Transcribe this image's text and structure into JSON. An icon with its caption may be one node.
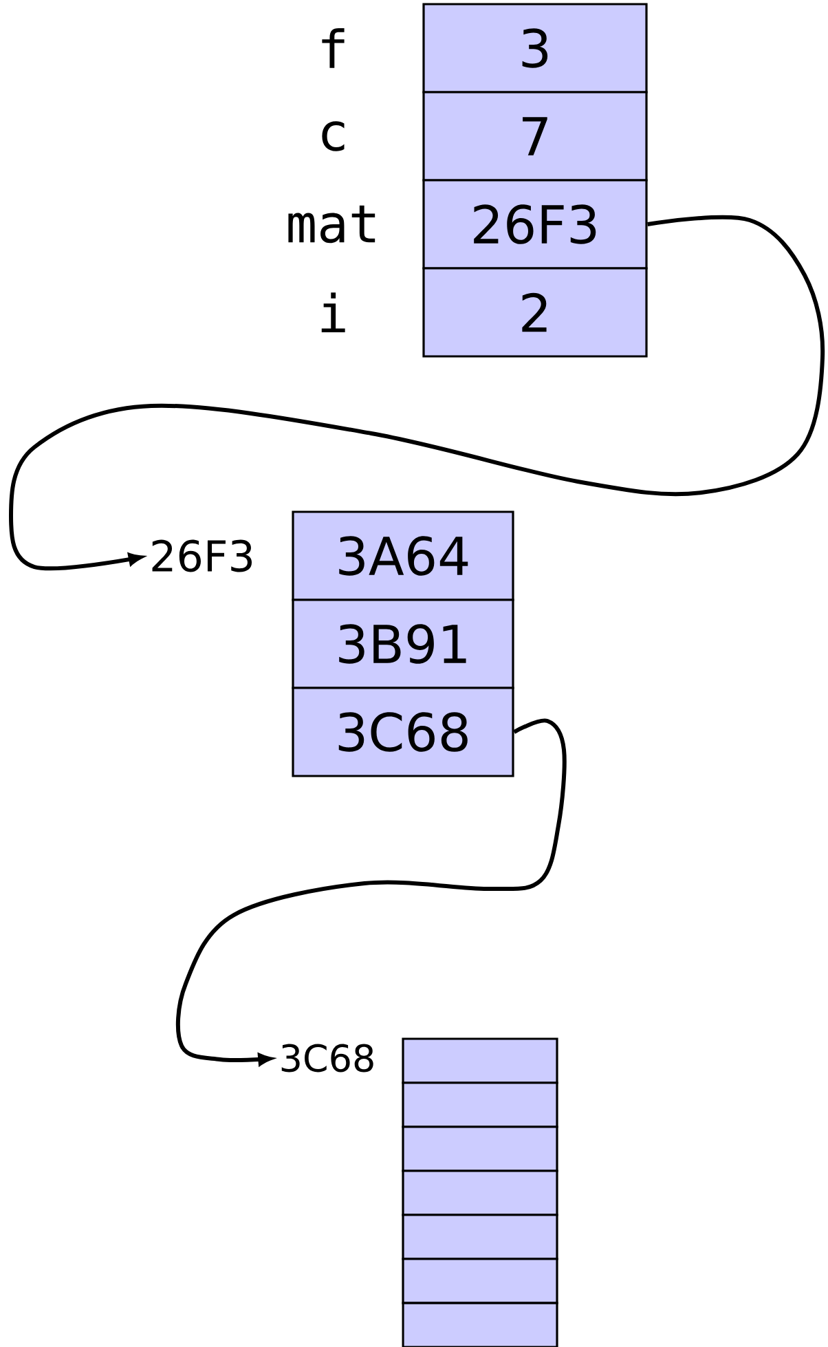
{
  "diagram": {
    "nodes": [
      {
        "text": [
          "3"
        ],
        "beside": [
          "f"
        ]
      },
      {
        "text": [
          "7"
        ],
        "beside": [
          "c"
        ]
      },
      {
        "text": [
          "26F3"
        ],
        "beside": [
          "mat"
        ]
      },
      {
        "text": [
          "2"
        ],
        "beside": [
          "i"
        ]
      },
      {
        "text": [
          "26F3"
        ]
      },
      {
        "text": [
          "3A64"
        ]
      },
      {
        "text": [
          "3B91"
        ]
      },
      {
        "text": [
          "3C68"
        ]
      },
      {
        "text": [
          "3C68"
        ]
      },
      {
        "text": [],
        "shape": "box"
      },
      {
        "text": [],
        "shape": "box"
      },
      {
        "text": [],
        "shape": "box"
      },
      {
        "text": [],
        "shape": "box"
      },
      {
        "text": [],
        "shape": "box"
      },
      {
        "text": [],
        "shape": "box"
      },
      {
        "text": [],
        "shape": "box"
      }
    ],
    "edges": [
      {
        "from": 2,
        "to": 4,
        "arrow": "to"
      },
      {
        "from": 7,
        "to": 8,
        "arrow": "to"
      }
    ]
  }
}
